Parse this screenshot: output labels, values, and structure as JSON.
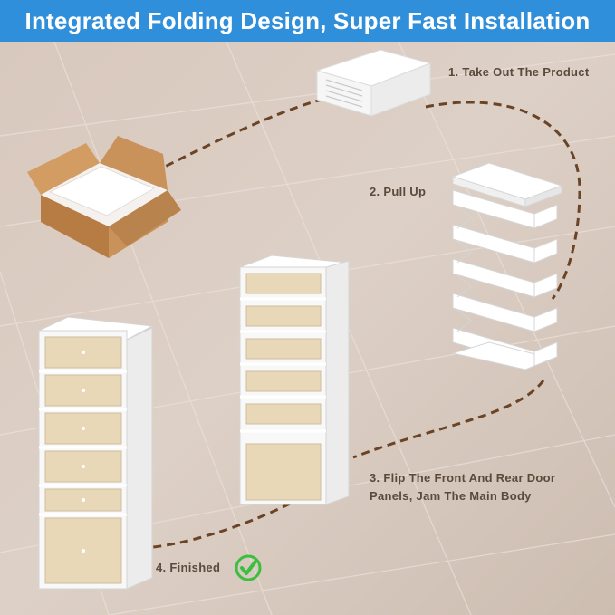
{
  "banner": {
    "title": "Integrated Folding Design, Super Fast Installation",
    "color": "#2f8fda"
  },
  "steps": [
    {
      "label": "1. Take Out The Product"
    },
    {
      "label": "2. Pull Up"
    },
    {
      "label": "3. Flip The Front And Rear Door",
      "label_line2": "Panels, Jam The Main Body"
    },
    {
      "label": "4. Finished"
    }
  ],
  "icons": {
    "finished": "check-circle-icon"
  },
  "colors": {
    "floor": "#d9cbc1",
    "dashed_path": "#6b4426",
    "check": "#3bbf3e",
    "cardboard": "#c8925a",
    "door_tint": "#e9d7b5"
  }
}
